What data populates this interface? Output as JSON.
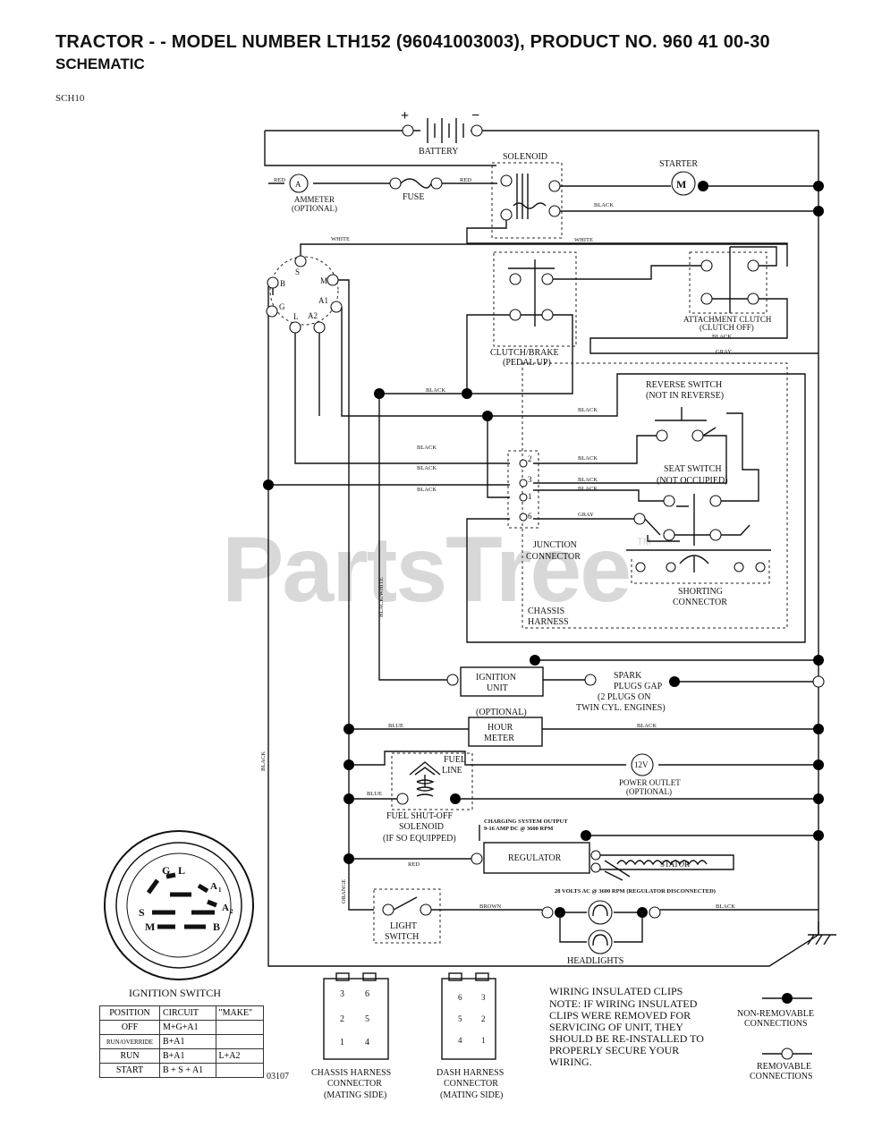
{
  "header": {
    "title": "TRACTOR - - MODEL NUMBER LTH152 (96041003003), PRODUCT NO. 960 41 00-30",
    "subtitle": "SCHEMATIC",
    "code": "SCH10",
    "watermark": "PartsTree",
    "watermark_tm": "TM",
    "drawing_no": "03107"
  },
  "components": {
    "battery": "BATTERY",
    "plus": "+",
    "minus": "−",
    "solenoid": "SOLENOID",
    "starter": "STARTER",
    "starter_m": "M",
    "ammeter": "AMMETER",
    "ammeter_opt": "(OPTIONAL)",
    "ammeter_a": "A",
    "fuse": "FUSE",
    "clutch_brake": "CLUTCH/BRAKE",
    "pedal_up": "(PEDAL UP)",
    "attachment_clutch": "ATTACHMENT CLUTCH",
    "clutch_off": "(CLUTCH OFF)",
    "reverse_switch": "REVERSE SWITCH",
    "not_in_reverse": "(NOT IN REVERSE)",
    "seat_switch": "SEAT SWITCH",
    "not_occupied": "(NOT OCCUPIED)",
    "junction_1": "JUNCTION",
    "junction_2": "CONNECTOR",
    "shorting_1": "SHORTING",
    "shorting_2": "CONNECTOR",
    "chassis_1": "CHASSIS",
    "chassis_2": "HARNESS",
    "ignition_unit_1": "IGNITION",
    "ignition_unit_2": "UNIT",
    "spark_1": "SPARK",
    "spark_2": "PLUGS GAP",
    "spark_3": "(2 PLUGS ON",
    "spark_4": "TWIN CYL. ENGINES)",
    "hour_opt": "(OPTIONAL)",
    "hour_1": "HOUR",
    "hour_2": "METER",
    "fuel_line_1": "FUEL",
    "fuel_line_2": "LINE",
    "power_12v": "12V",
    "power_outlet": "POWER OUTLET",
    "power_opt": "(OPTIONAL)",
    "fuel_shutoff_1": "FUEL SHUT-OFF",
    "fuel_shutoff_2": "SOLENOID",
    "fuel_shutoff_3": "(IF SO EQUIPPED)",
    "charging_1": "CHARGING SYSTEM OUTPUT",
    "charging_2": "9-16 AMP DC @ 3600 RPM",
    "regulator": "REGULATOR",
    "stator": "STATOR",
    "ac_note": "28 VOLTS AC @ 3600 RPM (REGULATOR DISCONNECTED)",
    "light_1": "LIGHT",
    "light_2": "SWITCH",
    "headlights": "HEADLIGHTS"
  },
  "terminals": {
    "s": "S",
    "m": "M",
    "b": "B",
    "a1": "A1",
    "g": "G",
    "l": "L",
    "a2": "A2",
    "j2": "2",
    "j3": "3",
    "j1": "1",
    "j6": "6"
  },
  "wires": {
    "red": "RED",
    "black": "BLACK",
    "white": "WHITE",
    "gray": "GRAY",
    "blue": "BLUE",
    "orange": "ORANGE",
    "brown": "BROWN",
    "black_white": "BLACK/WHITE"
  },
  "ignition_switch": {
    "title": "IGNITION SWITCH",
    "letters": {
      "g": "G",
      "l": "L",
      "a1": "A",
      "a1_sub": "1",
      "s": "S",
      "a2": "A",
      "a2_sub": "2",
      "m": "M",
      "b": "B"
    },
    "table_headers": [
      "POSITION",
      "CIRCUIT",
      "\"MAKE\""
    ],
    "rows": [
      {
        "position": "OFF",
        "circuit": "M+G+A1",
        "make": ""
      },
      {
        "position": "RUN/OVERRIDE",
        "circuit": "B+A1",
        "make": ""
      },
      {
        "position": "RUN",
        "circuit": "B+A1",
        "make": "L+A2"
      },
      {
        "position": "START",
        "circuit": "B + S + A1",
        "make": ""
      }
    ]
  },
  "connectors": {
    "chassis_harness": [
      "CHASSIS HARNESS",
      "CONNECTOR",
      "(MATING SIDE)"
    ],
    "chassis_pins": [
      "3",
      "6",
      "2",
      "5",
      "1",
      "4"
    ],
    "dash_harness": [
      "DASH HARNESS",
      "CONNECTOR",
      "(MATING SIDE)"
    ],
    "dash_pins": [
      "6",
      "3",
      "5",
      "2",
      "4",
      "1"
    ]
  },
  "notes": {
    "heading": "WIRING INSULATED CLIPS",
    "lines": [
      "NOTE:  IF WIRING INSULATED",
      "CLIPS WERE REMOVED FOR",
      "SERVICING OF UNIT, THEY",
      "SHOULD BE RE-INSTALLED TO",
      "PROPERLY SECURE YOUR",
      "WIRING."
    ]
  },
  "legend": {
    "non_removable_1": "NON-REMOVABLE",
    "non_removable_2": "CONNECTIONS",
    "removable_1": "REMOVABLE",
    "removable_2": "CONNECTIONS"
  }
}
